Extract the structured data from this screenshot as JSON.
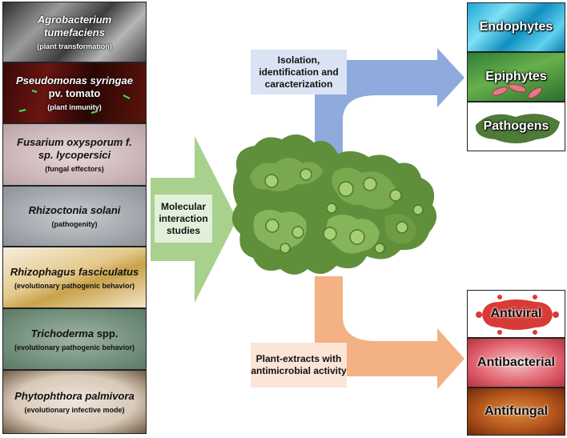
{
  "left_panels": [
    {
      "organism": "Agrobacterium tumefaciens",
      "suffix": "",
      "role": "(plant transformation)"
    },
    {
      "organism": "Pseudomonas syringae",
      "suffix": " pv. tomato",
      "role": "(plant inmunity)"
    },
    {
      "organism": "Fusarium oxysporum f. sp. lycopersici",
      "suffix": "",
      "role": "(fungal effectors)"
    },
    {
      "organism": "Rhizoctonia solani",
      "suffix": "",
      "role": "(pathogenity)"
    },
    {
      "organism": "Rhizophagus fasciculatus",
      "suffix": "",
      "role": "(evolutionary pathogenic behavior)"
    },
    {
      "organism": "Trichoderma",
      "suffix": " spp.",
      "role": "(evolutionary pathogenic behavior)"
    },
    {
      "organism": "Phytophthora palmivora",
      "suffix": "",
      "role": "(evolutionary infective mode)"
    }
  ],
  "center_label": "Molecular interaction studies",
  "top_label": "Isolation, identification and caracterization",
  "bottom_label": "Plant-extracts with antimicrobial activity",
  "right_top_panels": [
    "Endophytes",
    "Epiphytes",
    "Pathogens"
  ],
  "right_bottom_panels": [
    "Antiviral",
    "Antibacterial",
    "Antifungal"
  ],
  "colors": {
    "green_arrow": "#a9d18e",
    "blue_arrow": "#8faadc",
    "orange_arrow": "#f4b183",
    "blue_label_bg": "#dae3f3",
    "orange_label_bg": "#fbe5d6",
    "green_label_bg": "#e2f0d9"
  }
}
